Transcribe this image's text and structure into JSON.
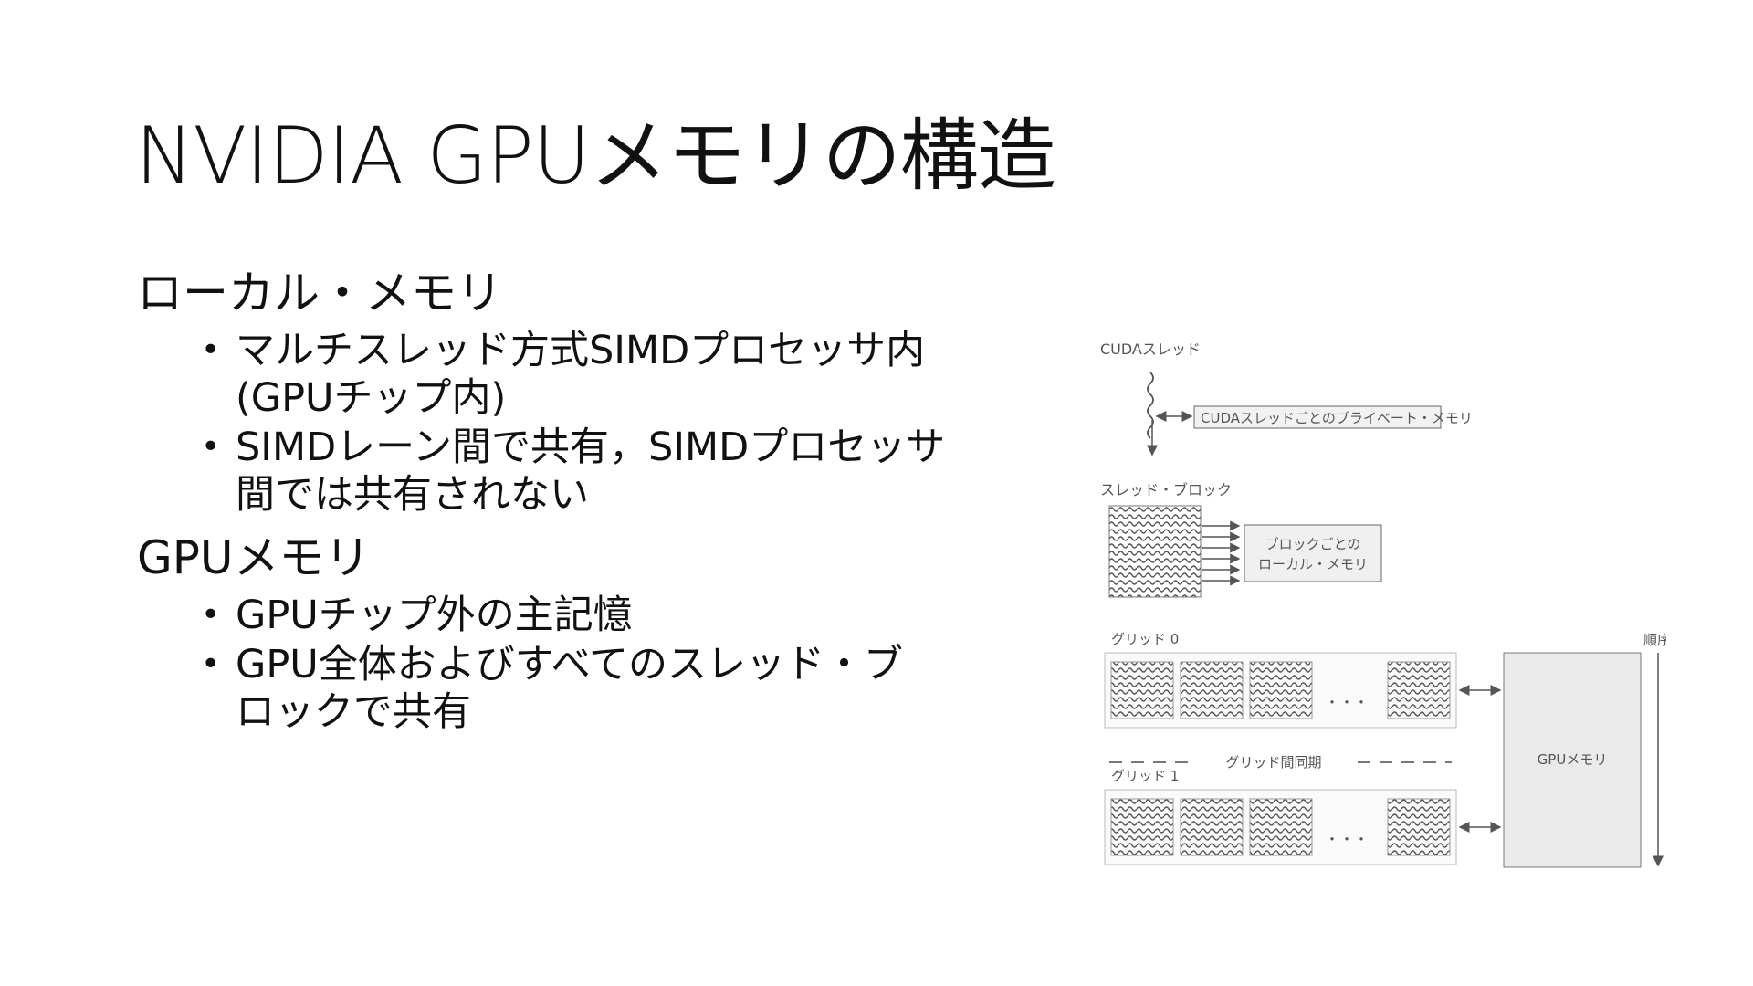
{
  "title": "NVIDIA GPUメモリの構造",
  "sections": [
    {
      "heading": "ローカル・メモリ",
      "bullets": [
        [
          "マルチスレッド方式SIMDプロセッサ内",
          "(GPUチップ内)"
        ],
        [
          "SIMDレーン間で共有，SIMDプロセッサ",
          "間では共有されない"
        ]
      ]
    },
    {
      "heading": "GPUメモリ",
      "bullets": [
        [
          "GPUチップ外の主記憶"
        ],
        [
          "GPU全体およびすべてのスレッド・ブ",
          "ロックで共有"
        ]
      ]
    }
  ],
  "figure": {
    "cuda_thread_label": "CUDAスレッド",
    "private_memory_label": "CUDAスレッドごとのプライベート・メモリ",
    "thread_block_label": "スレッド・ブロック",
    "local_memory_label": [
      "ブロックごとの",
      "ローカル・メモリ"
    ],
    "grid0_label": "グリッド 0",
    "grid1_label": "グリッド 1",
    "sync_label": "グリッド間同期",
    "ellipsis": "・・・",
    "order_label": "順序",
    "gpu_memory_label": "GPUメモリ"
  }
}
